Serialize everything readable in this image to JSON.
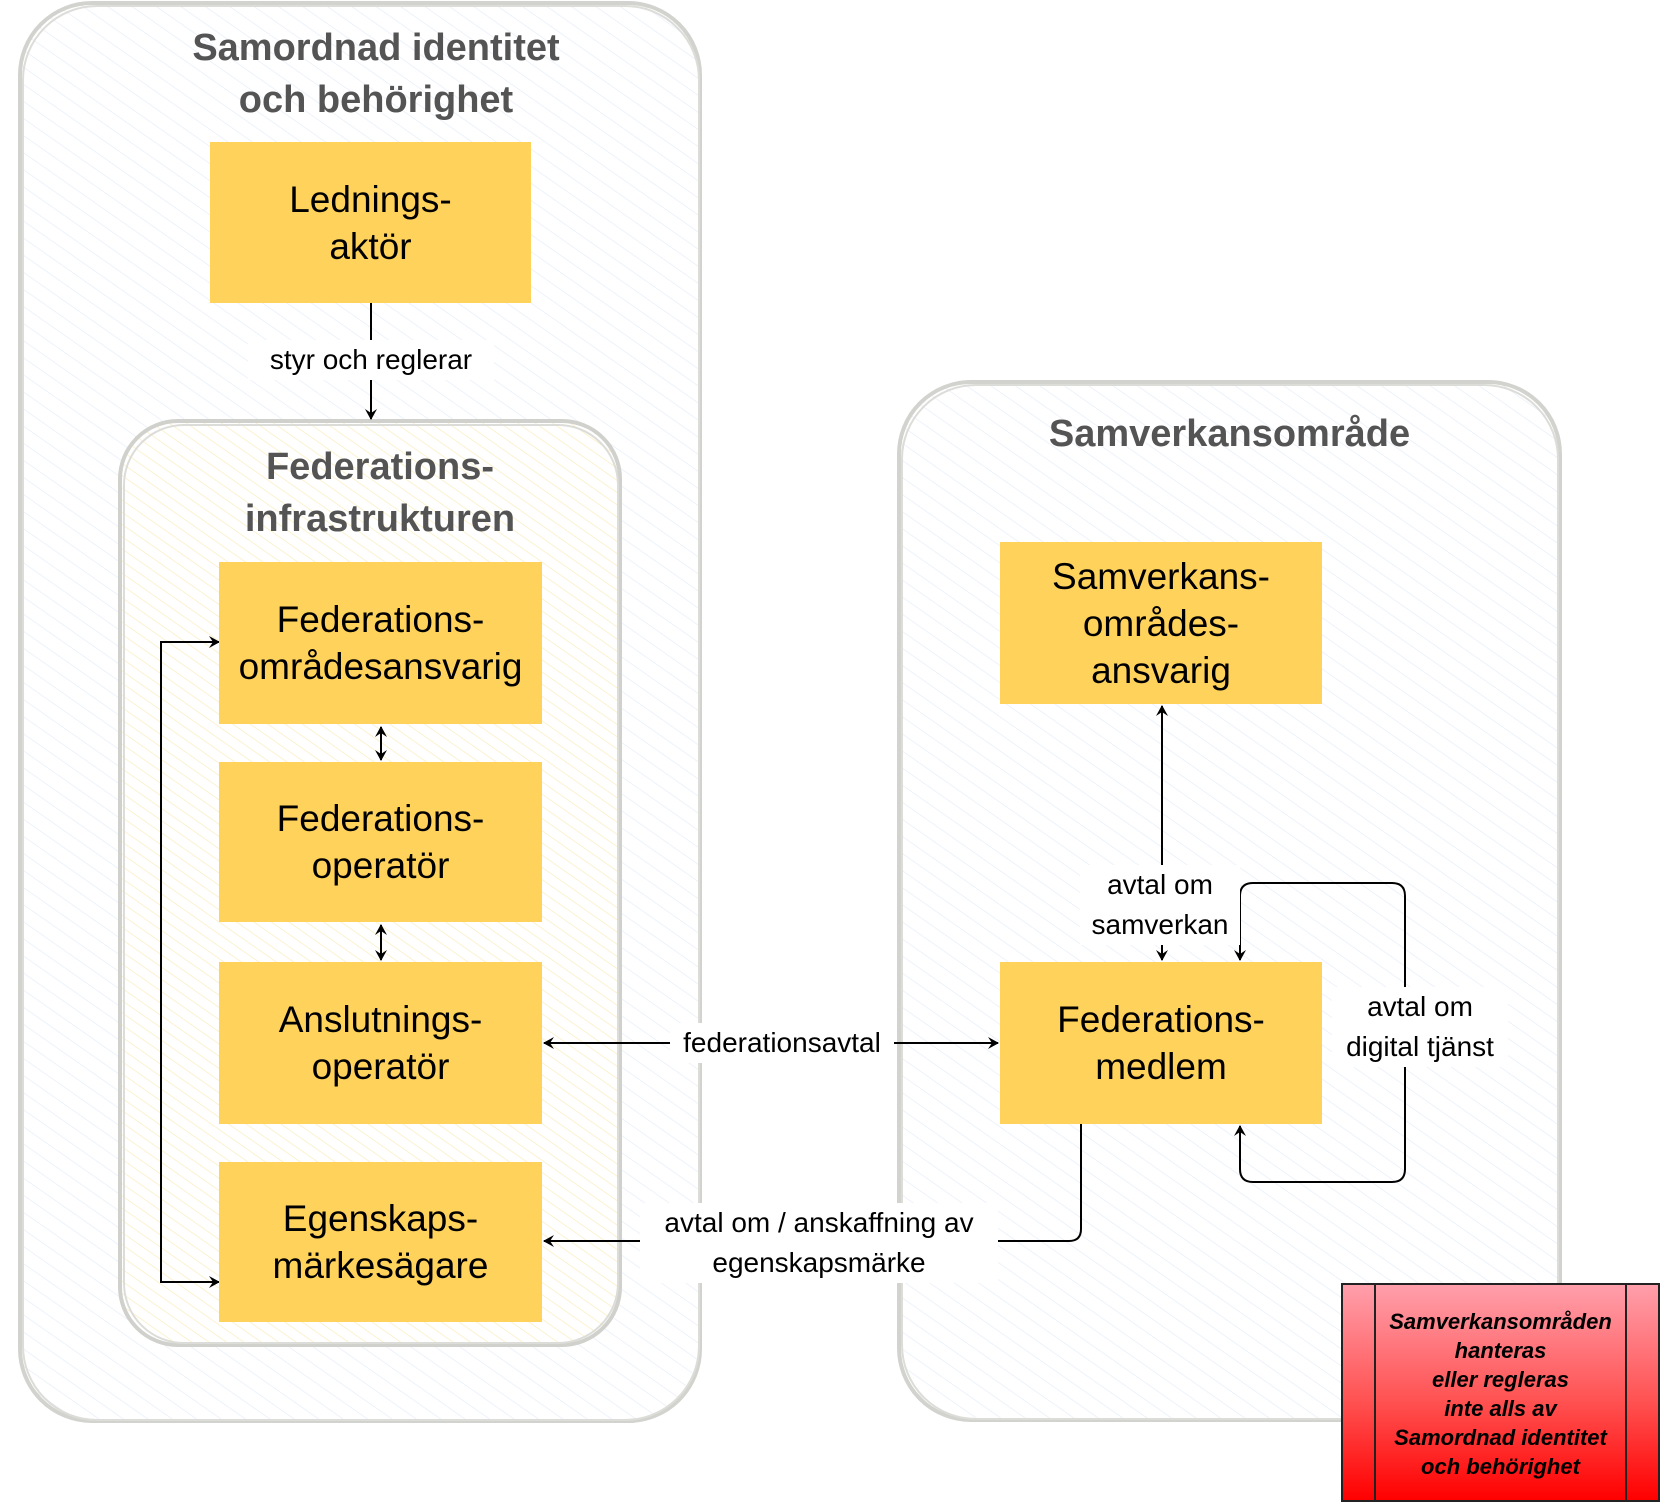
{
  "containers": {
    "outer": {
      "title_line1": "Samordnad identitet",
      "title_line2": "och behörighet"
    },
    "inner": {
      "title_line1": "Federations-",
      "title_line2": "infrastrukturen"
    },
    "right": {
      "title": "Samverkansområde"
    }
  },
  "nodes": {
    "ledningsaktor": {
      "line1": "Lednings-",
      "line2": "aktör"
    },
    "federationsomradesansvarig": {
      "line1": "Federations-",
      "line2": "områdesansvarig"
    },
    "federationsoperator": {
      "line1": "Federations-",
      "line2": "operatör"
    },
    "anslutningsoperator": {
      "line1": "Anslutnings-",
      "line2": "operatör"
    },
    "egenskapsmarkesagare": {
      "line1": "Egenskaps-",
      "line2": "märkesägare"
    },
    "samverkansomradesansvarig": {
      "line1": "Samverkans-",
      "line2": "områdes-",
      "line3": "ansvarig"
    },
    "federationsmedlem": {
      "line1": "Federations-",
      "line2": "medlem"
    }
  },
  "edges": {
    "styr": {
      "label": "styr och reglerar"
    },
    "federationsavtal": {
      "label": "federationsavtal"
    },
    "samverkan": {
      "line1": "avtal om",
      "line2": "samverkan"
    },
    "digital": {
      "line1": "avtal om",
      "line2": "digital tjänst"
    },
    "egenskap": {
      "line1": "avtal om / anskaffning av",
      "line2": "egenskapsmärke"
    }
  },
  "note": {
    "lines": [
      "Samverkansområden",
      "hanteras",
      "eller regleras",
      "inte alls av",
      "Samordnad identitet",
      "och behörighet"
    ]
  },
  "colors": {
    "node_fill": "#ffd25c",
    "container_stroke": "#d0d0cc",
    "title_text": "#545454",
    "note_red": "#ff0000"
  }
}
